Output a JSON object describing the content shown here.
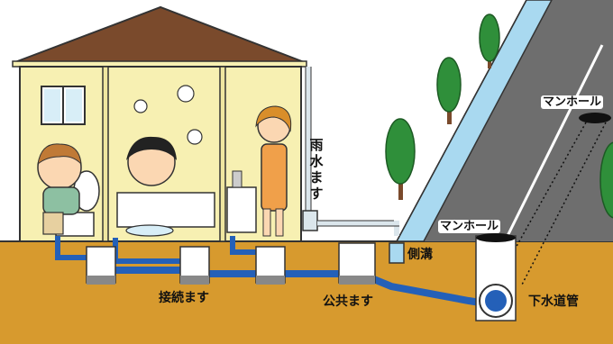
{
  "labels": {
    "rain_masu": "雨水ます",
    "side_ditch": "側溝",
    "connection_masu": "接続ます",
    "public_masu": "公共ます",
    "sewer_pipe": "下水道管",
    "manhole_road": "マンホール",
    "manhole_ground": "マンホール"
  },
  "colors": {
    "ground": "#d79a2e",
    "wall": "#f7f0b2",
    "roof": "#7a4a2c",
    "pipe": "#2460b8",
    "road": "#6e6e6e",
    "tree": "#2f8f3a",
    "curb": "#a9d9f0"
  }
}
